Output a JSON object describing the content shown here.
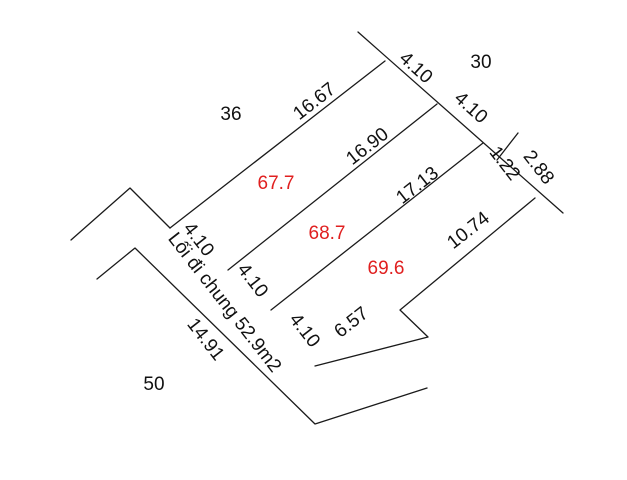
{
  "colors": {
    "line": "#1a1a1a",
    "text": "#111111",
    "area": "#e02020",
    "background": "#ffffff"
  },
  "neighbors": {
    "top_left": "36",
    "top_right": "30",
    "bottom_left": "50"
  },
  "plots": [
    {
      "area": "67.7",
      "front": "4.10",
      "back": "4.10",
      "side_top": "16.67",
      "side_bottom": "16.90"
    },
    {
      "area": "68.7",
      "front": "4.10",
      "back": "4.10",
      "side_bottom": "17.13"
    },
    {
      "area": "69.6",
      "front": "4.10",
      "back_segments": [
        "1.22",
        "2.88"
      ],
      "side_bottom_segments": [
        "6.57",
        "10.74"
      ]
    }
  ],
  "common_path": {
    "label": "Lối đi chung 52.9m2",
    "length": "14.91"
  }
}
